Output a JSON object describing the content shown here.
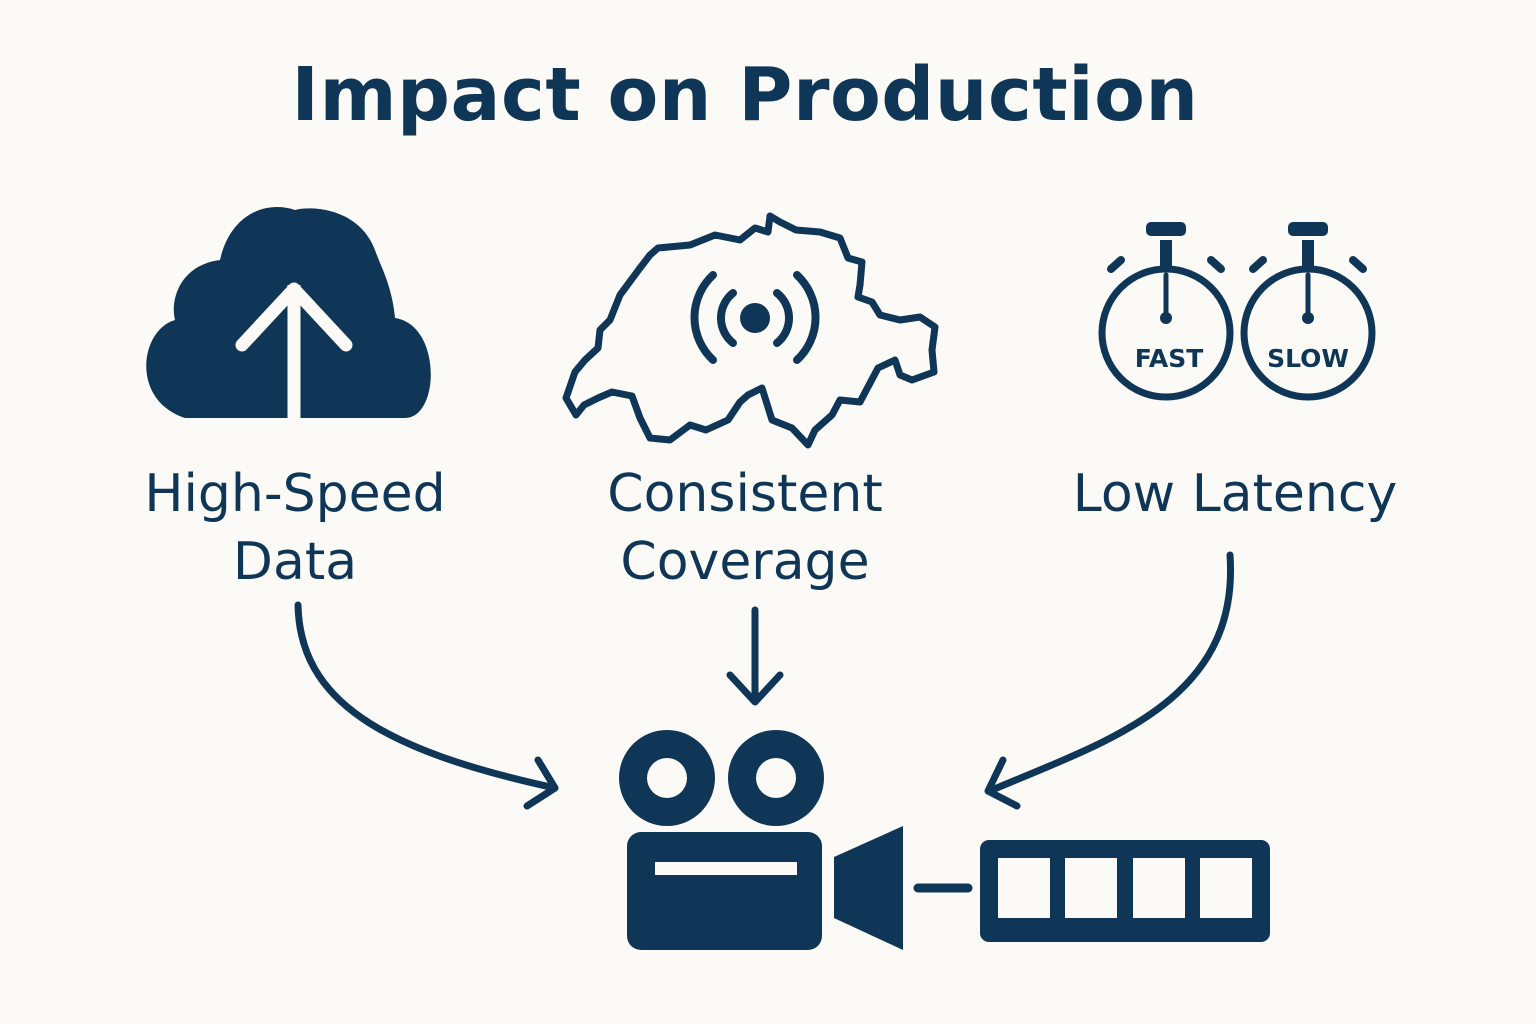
{
  "title": "Impact on Production",
  "features": [
    {
      "line1": "High-Speed",
      "line2": "Data",
      "icon": "cloud-upload-icon"
    },
    {
      "line1": "Consistent",
      "line2": "Coverage",
      "icon": "switzerland-signal-icon"
    },
    {
      "line1": "Low Latency",
      "line2": "",
      "icon": "stopwatch-icon"
    }
  ],
  "stopwatches": {
    "left_label": "FAST",
    "right_label": "SLOW"
  },
  "target": {
    "icon": "film-camera-icon",
    "strip_icon": "film-strip-icon"
  },
  "colors": {
    "primary": "#0f3657",
    "background": "#fbfaf6"
  }
}
